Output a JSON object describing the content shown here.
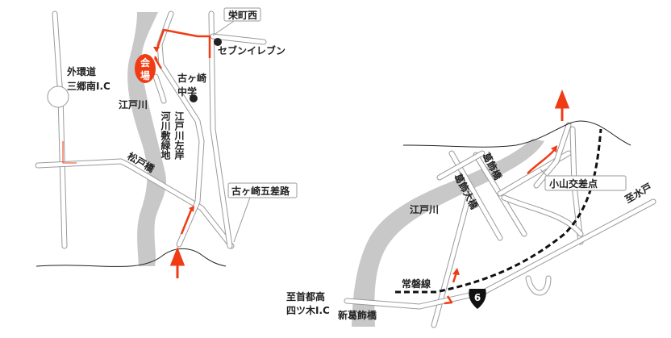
{
  "left_map": {
    "labels": {
      "sakaecho_nishi": "栄町西",
      "seven_eleven": "セブンイレブン",
      "venue_1": "会",
      "venue_2": "場",
      "gaikan_1": "外環道",
      "gaikan_2": "三郷南I.C",
      "edogawa": "江戸川",
      "kogasaki_1": "古ヶ崎",
      "kogasaki_2": "中学",
      "riverbed_1": "江戸川左岸",
      "riverbed_2": "河川敷緑地",
      "matsudo_bridge": "松戸橋",
      "gosaro": "古ヶ崎五差路"
    }
  },
  "right_map": {
    "labels": {
      "katsushika_bridge": "葛飾橋",
      "katsushika_ohashi": "葛飾大橋",
      "koyama": "小山交差点",
      "edogawa": "江戸川",
      "to_mito": "至水戸",
      "joban_line": "常磐線",
      "to_shutoko_1": "至首都高",
      "to_shutoko_2": "四ツ木I.C",
      "shin_katsushika": "新葛飾橋",
      "route_number": "6"
    }
  },
  "colors": {
    "route": "#f03c14",
    "river": "#c8c8c8"
  }
}
